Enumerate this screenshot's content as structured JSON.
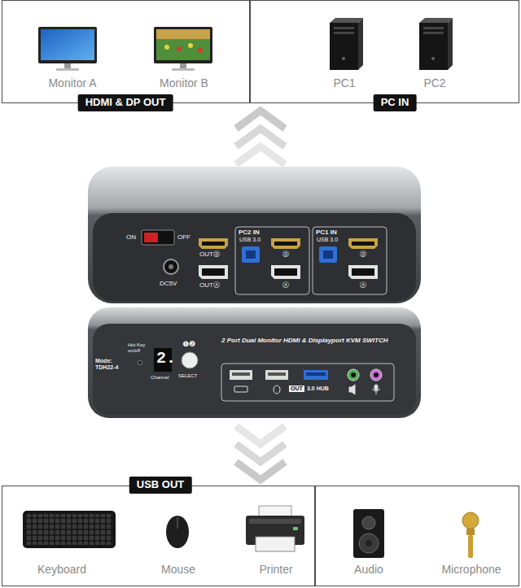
{
  "diagram": {
    "nodes": [
      {
        "text": [
          "Monitor A",
          "Monitor B",
          "HDMI & DP OUT"
        ]
      },
      {
        "text": [
          "PC1",
          "PC2",
          "PC IN"
        ]
      },
      {
        "text": [
          "USB OUT",
          "Keyboard",
          "Mouse",
          "Printer"
        ]
      },
      {
        "text": [
          "Audio",
          "Microphone"
        ]
      }
    ],
    "labels": [
      "ON",
      "OFF",
      "DC5V",
      "OUTⒷ",
      "OUTⒶ",
      "PC2 IN",
      "USB 3.0",
      "Ⓑ",
      "Ⓐ",
      "PC1 IN",
      "USB 3.0",
      "Ⓑ",
      "Ⓐ",
      "Mode: TDH22-4",
      "Hot Key on/off",
      "2.",
      "Channel",
      "❶❷",
      "SELECT",
      "2 Port Dual Monitor HDMI & Displayport KVM SWITCH",
      "OUT",
      "3.0 HUB"
    ]
  }
}
